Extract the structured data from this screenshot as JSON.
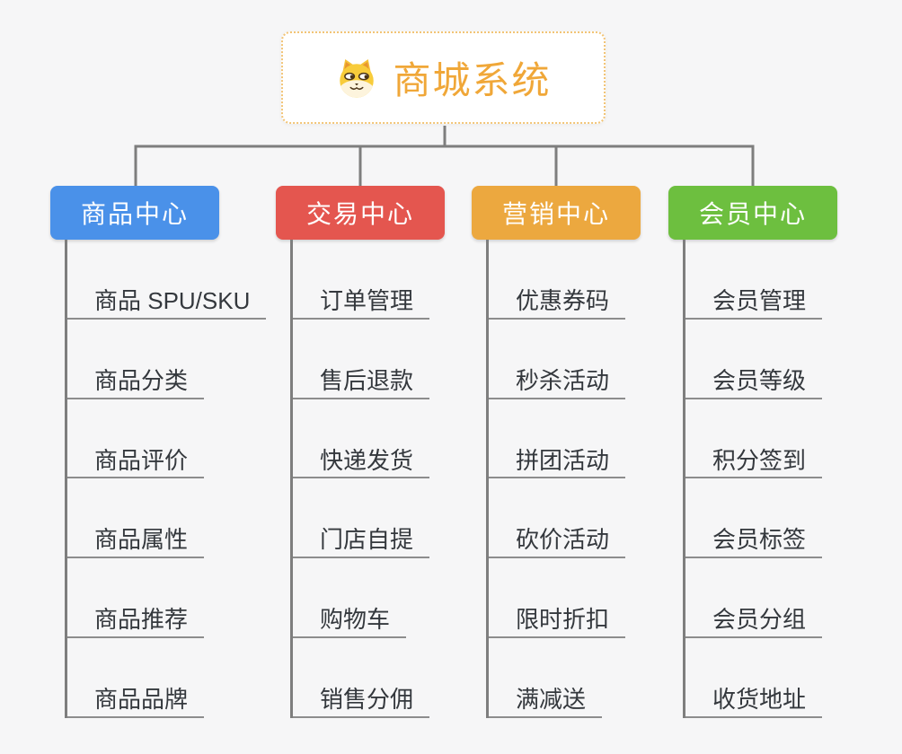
{
  "background_color": "#f6f6f7",
  "connector_color": "#7e7e7e",
  "root": {
    "title": "商城系统",
    "title_color": "#f0a738",
    "border_color": "#f2c476",
    "icon": "shiba-dog-icon"
  },
  "branches": [
    {
      "label": "商品中心",
      "color": "#4a91e9",
      "children": [
        "商品 SPU/SKU",
        "商品分类",
        "商品评价",
        "商品属性",
        "商品推荐",
        "商品品牌"
      ]
    },
    {
      "label": "交易中心",
      "color": "#e4564f",
      "children": [
        "订单管理",
        "售后退款",
        "快递发货",
        "门店自提",
        "购物车",
        "销售分佣"
      ]
    },
    {
      "label": "营销中心",
      "color": "#eca83f",
      "children": [
        "优惠券码",
        "秒杀活动",
        "拼团活动",
        "砍价活动",
        "限时折扣",
        "满减送"
      ]
    },
    {
      "label": "会员中心",
      "color": "#6dbf3f",
      "children": [
        "会员管理",
        "会员等级",
        "积分签到",
        "会员标签",
        "会员分组",
        "收货地址"
      ]
    }
  ]
}
